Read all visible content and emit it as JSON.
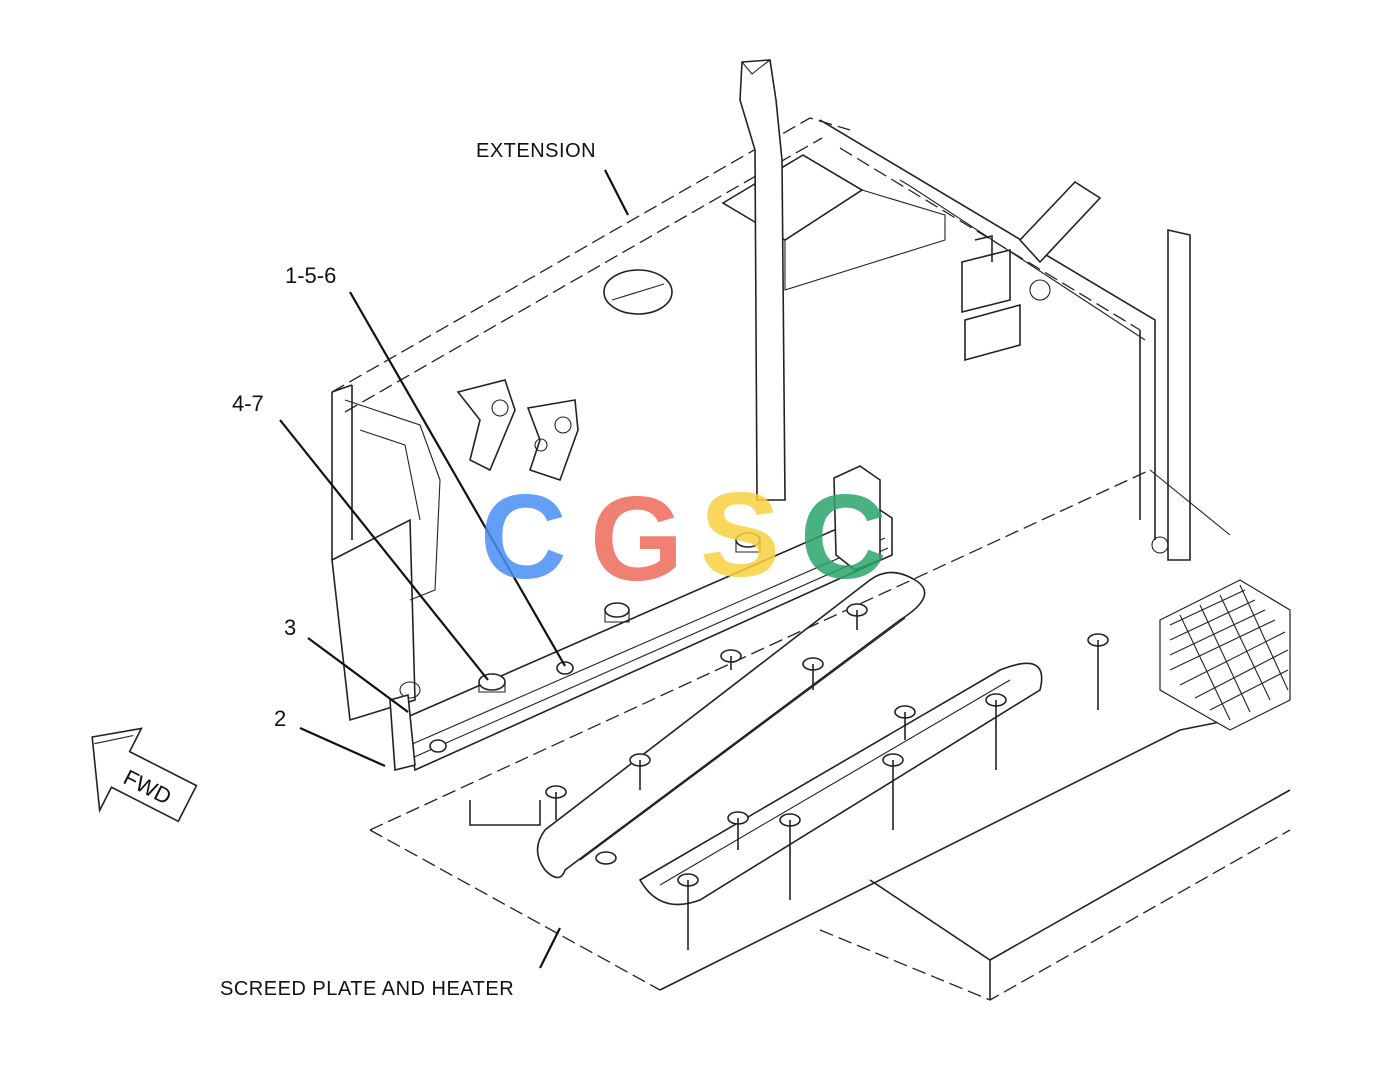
{
  "labels": {
    "extension": "EXTENSION",
    "callout_156": "1-5-6",
    "callout_47": "4-7",
    "callout_3": "3",
    "callout_2": "2",
    "fwd": "FWD",
    "screed": "SCREED PLATE AND HEATER"
  },
  "watermark": {
    "text": "CGSC",
    "colors": [
      "#4a8ff5",
      "#ee6a5a",
      "#f8cf40",
      "#2aa56a"
    ]
  }
}
